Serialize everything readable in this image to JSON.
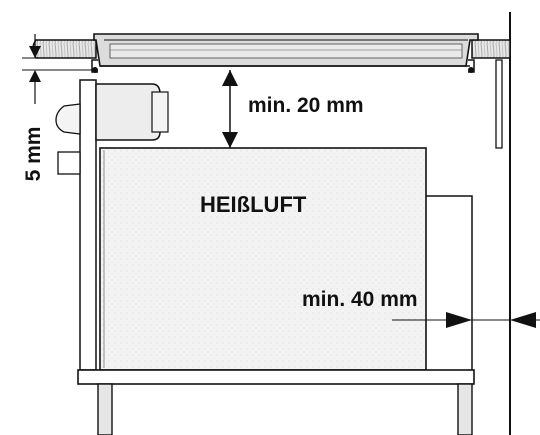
{
  "labels": {
    "gap_top": "min. 20 mm",
    "gap_side": "min. 40 mm",
    "offset": "5 mm",
    "oven": "HEIßLUFT"
  },
  "colors": {
    "ink": "#111111",
    "paper": "#ffffff",
    "oven_fill": "#f2f2f2",
    "wood_fill": "#e6e6e6",
    "glass_fill": "#d9d9d9"
  }
}
